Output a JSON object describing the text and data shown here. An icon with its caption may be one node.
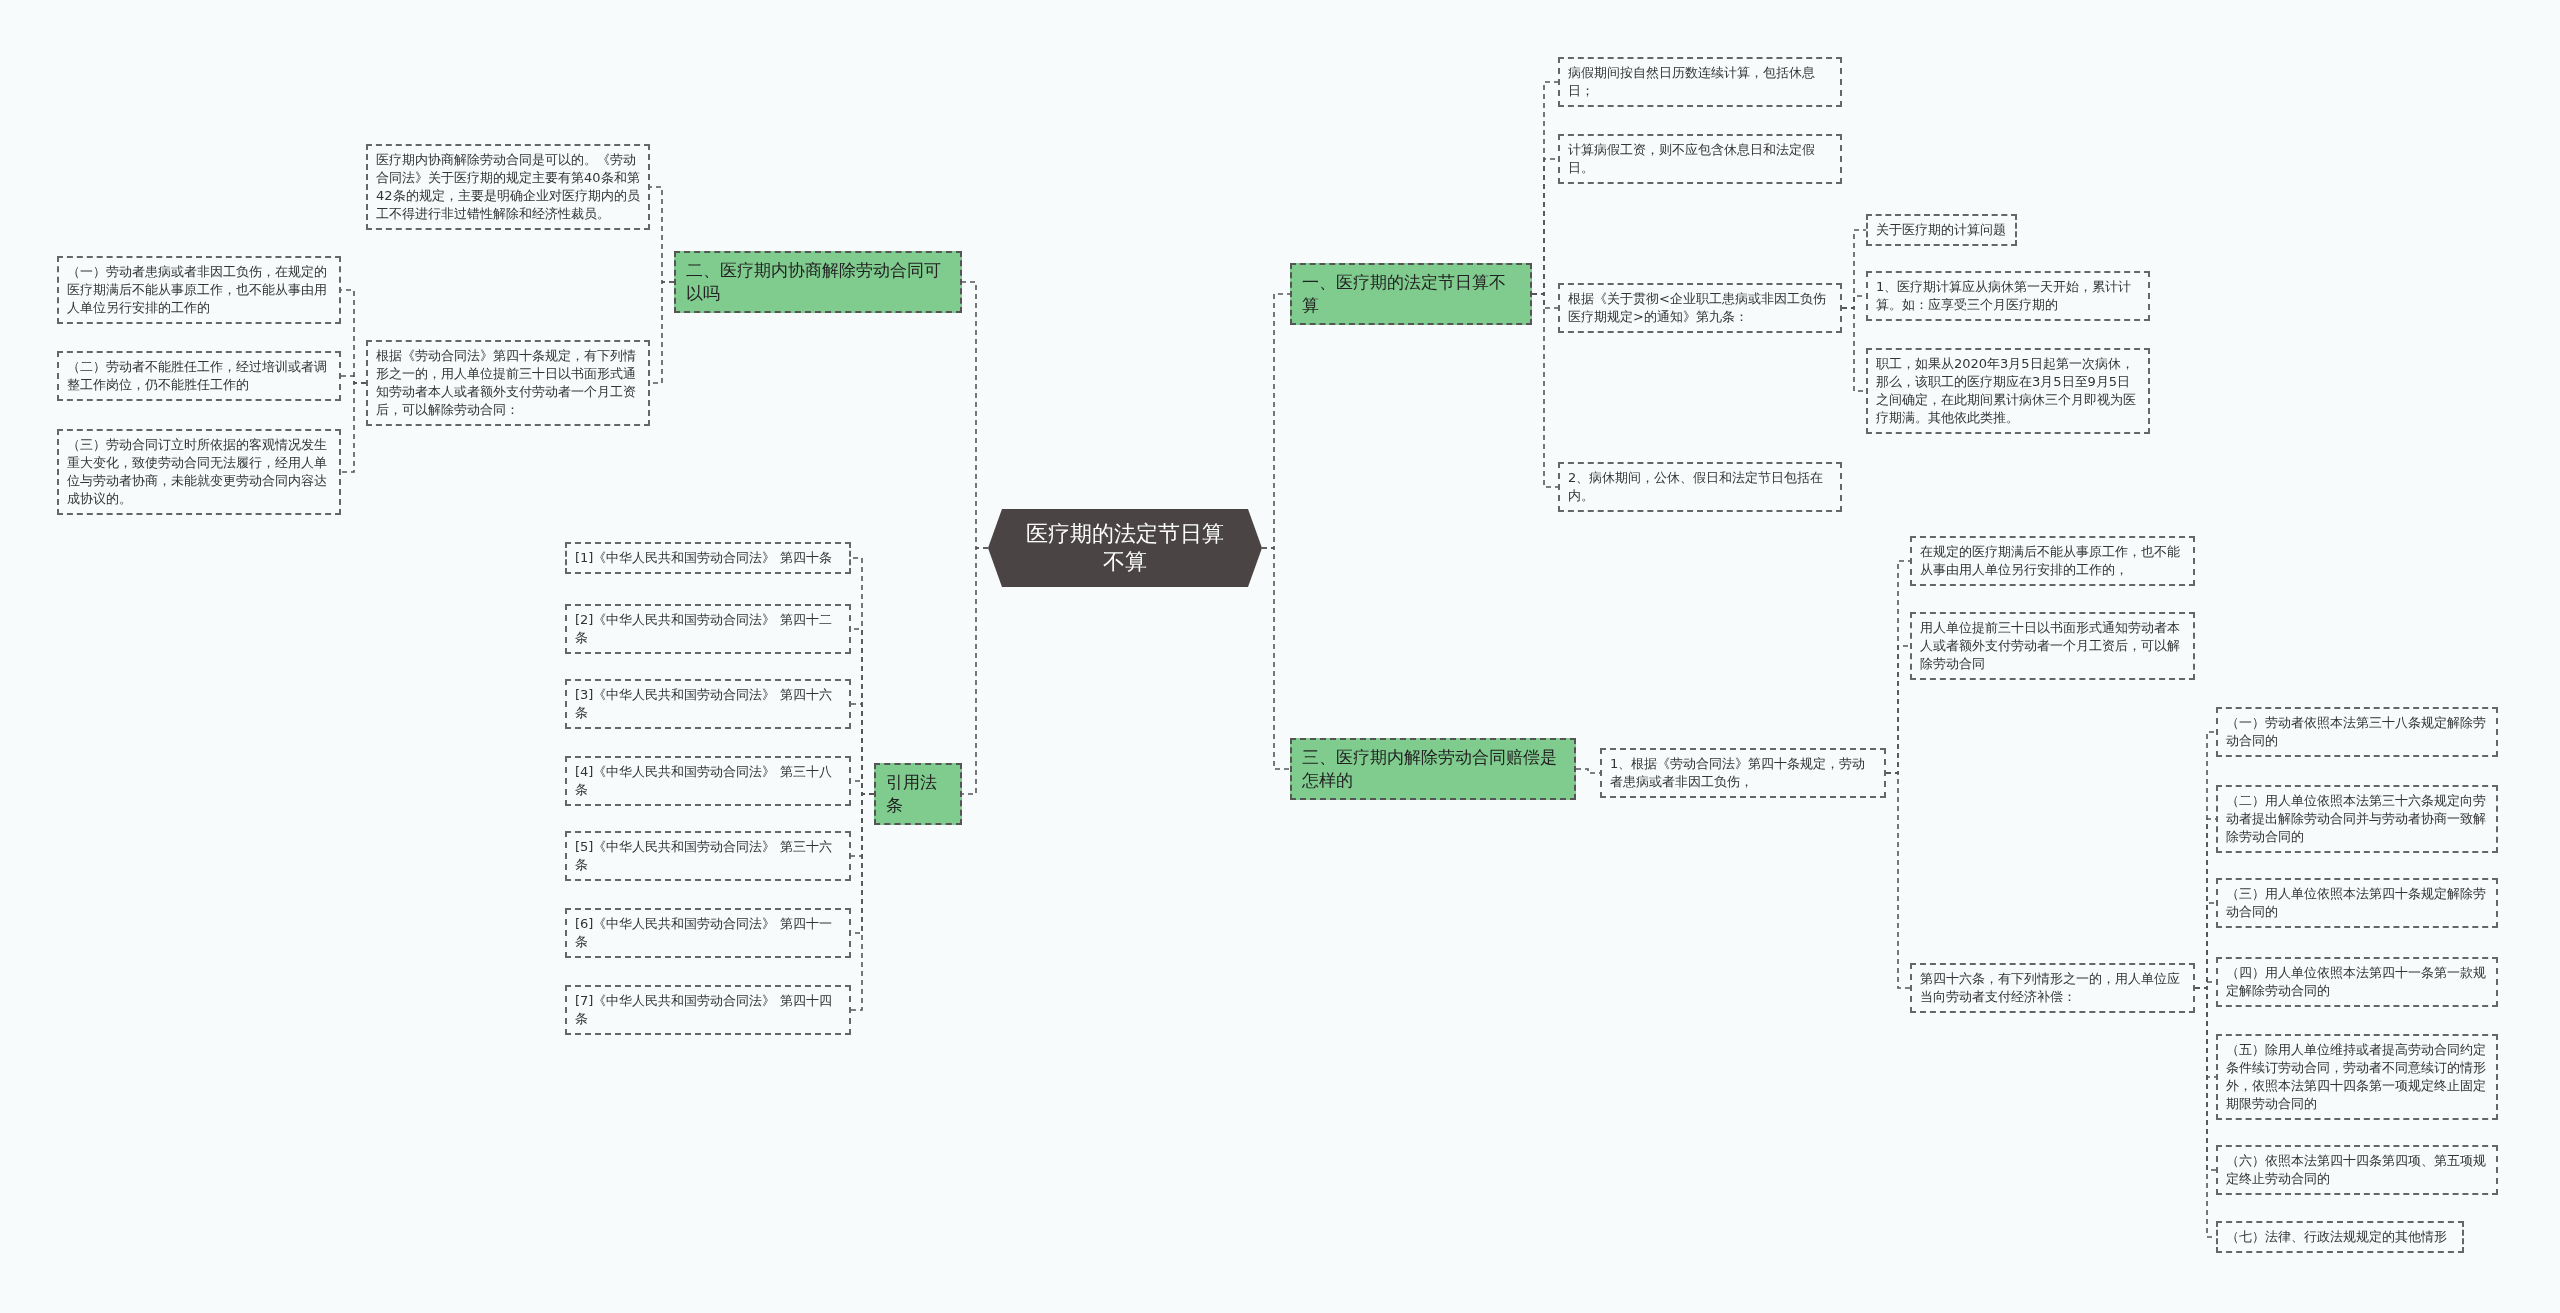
{
  "diagram": {
    "nodes": [
      {
        "text": [
          "医疗期的法定节日算不算"
        ]
      },
      {
        "text": [
          "一、医疗期的法定节日算不算"
        ]
      },
      {
        "text": [
          "病假期间按自然日历数连续计算，包括休息日；"
        ]
      },
      {
        "text": [
          "计算病假工资，则不应包含休息日和法定假日。"
        ]
      },
      {
        "text": [
          "根据《关于贯彻<企业职工患病或非因工负伤医疗期规定>的通知》第九条："
        ]
      },
      {
        "text": [
          "关于医疗期的计算问题"
        ]
      },
      {
        "text": [
          "1、医疗期计算应从病休第一天开始，累计计算。如：应享受三个月医疗期的"
        ]
      },
      {
        "text": [
          "职工，如果从2020年3月5日起第一次病休，那么，该职工的医疗期应在3月5日至9月5日之间确定，在此期间累计病休三个月即视为医疗期满。其他依此类推。"
        ]
      },
      {
        "text": [
          "2、病休期间，公休、假日和法定节日包括在内。"
        ]
      },
      {
        "text": [
          "三、医疗期内解除劳动合同赔偿是怎样的"
        ]
      },
      {
        "text": [
          "1、根据《劳动合同法》第四十条规定，劳动者患病或者非因工负伤，"
        ]
      },
      {
        "text": [
          "在规定的医疗期满后不能从事原工作，也不能从事由用人单位另行安排的工作的，"
        ]
      },
      {
        "text": [
          "用人单位提前三十日以书面形式通知劳动者本人或者额外支付劳动者一个月工资后，可以解除劳动合同"
        ]
      },
      {
        "text": [
          "第四十六条，有下列情形之一的，用人单位应当向劳动者支付经济补偿："
        ]
      },
      {
        "text": [
          "（一）劳动者依照本法第三十八条规定解除劳动合同的"
        ]
      },
      {
        "text": [
          "（二）用人单位依照本法第三十六条规定向劳动者提出解除劳动合同并与劳动者协商一致解除劳动合同的"
        ]
      },
      {
        "text": [
          "（三）用人单位依照本法第四十条规定解除劳动合同的"
        ]
      },
      {
        "text": [
          "（四）用人单位依照本法第四十一条第一款规定解除劳动合同的"
        ]
      },
      {
        "text": [
          "（五）除用人单位维持或者提高劳动合同约定条件续订劳动合同，劳动者不同意续订的情形外，依照本法第四十四条第一项规定终止固定期限劳动合同的"
        ]
      },
      {
        "text": [
          "（六）依照本法第四十四条第四项、第五项规定终止劳动合同的"
        ]
      },
      {
        "text": [
          "（七）法律、行政法规规定的其他情形"
        ]
      },
      {
        "text": [
          "二、医疗期内协商解除劳动合同可以吗"
        ]
      },
      {
        "text": [
          "医疗期内协商解除劳动合同是可以的。《劳动合同法》关于医疗期的规定主要有第40条和第42条的规定，主要是明确企业对医疗期内的员工不得进行非过错性解除和经济性裁员。"
        ]
      },
      {
        "text": [
          "根据《劳动合同法》第四十条规定，有下列情形之一的，用人单位提前三十日以书面形式通知劳动者本人或者额外支付劳动者一个月工资后，可以解除劳动合同："
        ]
      },
      {
        "text": [
          "（一）劳动者患病或者非因工负伤，在规定的医疗期满后不能从事原工作，也不能从事由用人单位另行安排的工作的"
        ]
      },
      {
        "text": [
          "（二）劳动者不能胜任工作，经过培训或者调整工作岗位，仍不能胜任工作的"
        ]
      },
      {
        "text": [
          "（三）劳动合同订立时所依据的客观情况发生重大变化，致使劳动合同无法履行，经用人单位与劳动者协商，未能就变更劳动合同内容达成协议的。"
        ]
      },
      {
        "text": [
          "引用法条"
        ]
      },
      {
        "text": [
          "[1]《中华人民共和国劳动合同法》 第四十条"
        ]
      },
      {
        "text": [
          "[2]《中华人民共和国劳动合同法》 第四十二条"
        ]
      },
      {
        "text": [
          "[3]《中华人民共和国劳动合同法》 第四十六条"
        ]
      },
      {
        "text": [
          "[4]《中华人民共和国劳动合同法》 第三十八条"
        ]
      },
      {
        "text": [
          "[5]《中华人民共和国劳动合同法》 第三十六条"
        ]
      },
      {
        "text": [
          "[6]《中华人民共和国劳动合同法》 第四十一条"
        ]
      },
      {
        "text": [
          "[7]《中华人民共和国劳动合同法》 第四十四条"
        ]
      }
    ],
    "edges": [
      {
        "from": 0,
        "to": 1,
        "arrow": "none"
      },
      {
        "from": 1,
        "to": 2,
        "arrow": "none"
      },
      {
        "from": 1,
        "to": 3,
        "arrow": "none"
      },
      {
        "from": 1,
        "to": 4,
        "arrow": "none"
      },
      {
        "from": 4,
        "to": 5,
        "arrow": "none"
      },
      {
        "from": 4,
        "to": 6,
        "arrow": "none"
      },
      {
        "from": 4,
        "to": 7,
        "arrow": "none"
      },
      {
        "from": 1,
        "to": 8,
        "arrow": "none"
      },
      {
        "from": 0,
        "to": 9,
        "arrow": "none"
      },
      {
        "from": 9,
        "to": 10,
        "arrow": "none"
      },
      {
        "from": 10,
        "to": 11,
        "arrow": "none"
      },
      {
        "from": 10,
        "to": 12,
        "arrow": "none"
      },
      {
        "from": 10,
        "to": 13,
        "arrow": "none"
      },
      {
        "from": 13,
        "to": 14,
        "arrow": "none"
      },
      {
        "from": 13,
        "to": 15,
        "arrow": "none"
      },
      {
        "from": 13,
        "to": 16,
        "arrow": "none"
      },
      {
        "from": 13,
        "to": 17,
        "arrow": "none"
      },
      {
        "from": 13,
        "to": 18,
        "arrow": "none"
      },
      {
        "from": 13,
        "to": 19,
        "arrow": "none"
      },
      {
        "from": 13,
        "to": 20,
        "arrow": "none"
      },
      {
        "from": 0,
        "to": 21,
        "arrow": "none"
      },
      {
        "from": 21,
        "to": 22,
        "arrow": "none"
      },
      {
        "from": 21,
        "to": 23,
        "arrow": "none"
      },
      {
        "from": 23,
        "to": 24,
        "arrow": "none"
      },
      {
        "from": 23,
        "to": 25,
        "arrow": "none"
      },
      {
        "from": 23,
        "to": 26,
        "arrow": "none"
      },
      {
        "from": 0,
        "to": 27,
        "arrow": "none"
      },
      {
        "from": 27,
        "to": 28,
        "arrow": "none"
      },
      {
        "from": 27,
        "to": 29,
        "arrow": "none"
      },
      {
        "from": 27,
        "to": 30,
        "arrow": "none"
      },
      {
        "from": 27,
        "to": 31,
        "arrow": "none"
      },
      {
        "from": 27,
        "to": 32,
        "arrow": "none"
      },
      {
        "from": 27,
        "to": 33,
        "arrow": "none"
      },
      {
        "from": 27,
        "to": 34,
        "arrow": "none"
      }
    ]
  }
}
